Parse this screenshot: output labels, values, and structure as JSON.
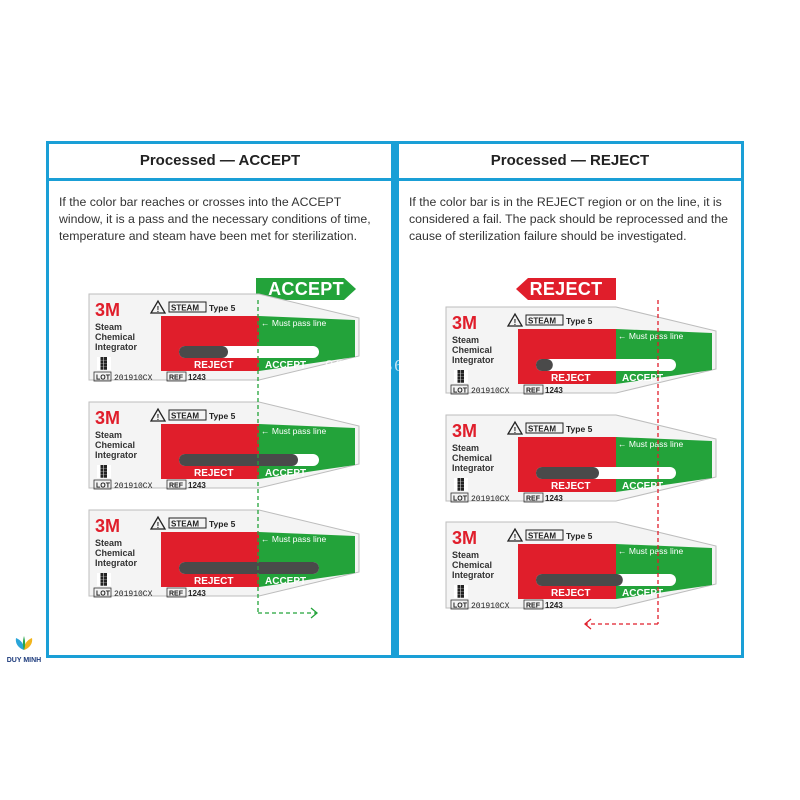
{
  "left_panel": {
    "title": "Processed — ACCEPT",
    "description": "If the color bar reaches or crosses into the ACCEPT window, it is a pass and the necessary conditions of time, temperature and steam have been met for sterilization.",
    "tag": "ACCEPT"
  },
  "right_panel": {
    "title": "Processed — REJECT",
    "description": "If the color bar is in the REJECT region or on the line, it is considered a fail. The pack should be reprocessed and the cause of sterilization failure should be investigated.",
    "tag": "REJECT"
  },
  "card": {
    "brand": "3M",
    "name_lines": [
      "Steam",
      "Chemical",
      "Integrator"
    ],
    "steam_label": "STEAM",
    "type_label": "Type 5",
    "must_pass": "← Must pass line",
    "reject_label": "REJECT",
    "accept_label": "ACCEPT",
    "lot_label": "LOT",
    "lot_value": "201910CX",
    "ref_label": "REF",
    "ref_value": "1243"
  },
  "left_cards_bar_fill": [
    0.35,
    0.85,
    1.0
  ],
  "right_cards_bar_fill": [
    0.12,
    0.45,
    0.62
  ],
  "watermark": "0914 536 7",
  "logo_text": "DUY MINH",
  "colors": {
    "frame": "#1a9fd6",
    "reject_red": "#e01e2b",
    "accept_green": "#23a33a",
    "bar_dark": "#4a4a4a"
  }
}
